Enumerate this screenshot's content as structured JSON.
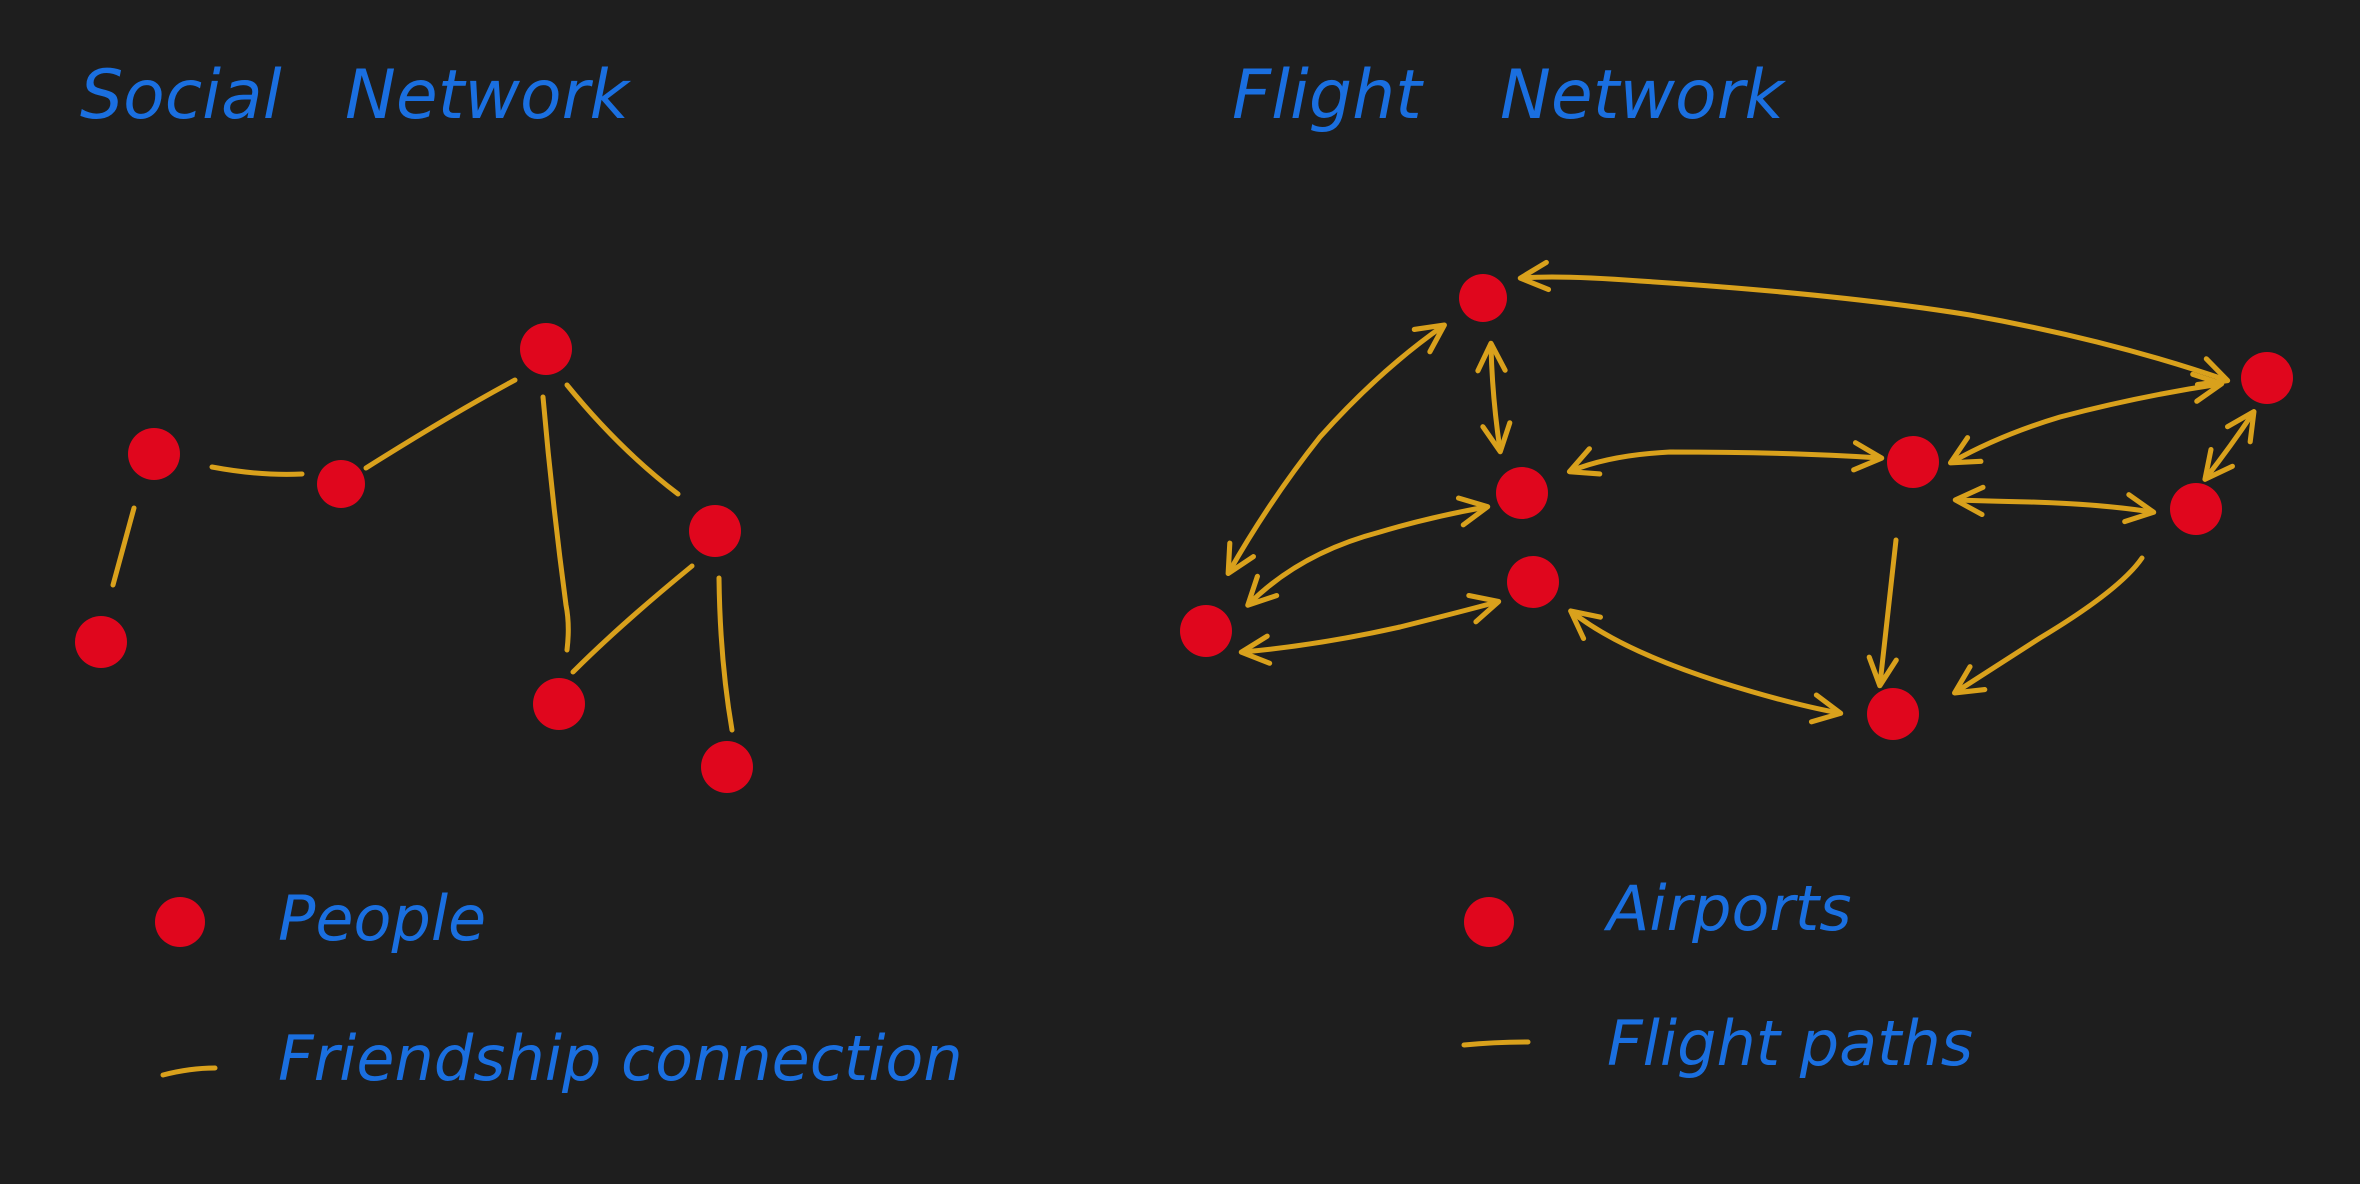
{
  "colors": {
    "background": "#1e1e1e",
    "text": "#1a6fe0",
    "node": "#e0061d",
    "edge": "#d9a11c"
  },
  "social": {
    "title_word1": "Social",
    "title_word2": "Network",
    "nodes": [
      "person-1",
      "person-2",
      "person-3",
      "person-4",
      "person-5",
      "person-6",
      "person-7"
    ],
    "edges": [
      {
        "from": "person-2",
        "to": "person-1",
        "directed": false
      },
      {
        "from": "person-2",
        "to": "person-3",
        "directed": false
      },
      {
        "from": "person-3",
        "to": "person-4",
        "directed": false
      },
      {
        "from": "person-4",
        "to": "person-5",
        "directed": false
      },
      {
        "from": "person-4",
        "to": "person-6",
        "directed": false
      },
      {
        "from": "person-5",
        "to": "person-6",
        "directed": false
      },
      {
        "from": "person-5",
        "to": "person-7",
        "directed": false
      }
    ],
    "legend": {
      "node_label": "People",
      "edge_label": "Friendship connection"
    }
  },
  "flight": {
    "title_word1": "Flight",
    "title_word2": "Network",
    "nodes": [
      "airport-1",
      "airport-2",
      "airport-3",
      "airport-4",
      "airport-5",
      "airport-6",
      "airport-7",
      "airport-8"
    ],
    "edges": [
      {
        "from": "airport-1",
        "to": "airport-2",
        "directed": "both"
      },
      {
        "from": "airport-1",
        "to": "airport-3",
        "directed": "both"
      },
      {
        "from": "airport-1",
        "to": "airport-7",
        "directed": "both"
      },
      {
        "from": "airport-2",
        "to": "airport-3",
        "directed": "both"
      },
      {
        "from": "airport-2",
        "to": "airport-4",
        "directed": "both"
      },
      {
        "from": "airport-3",
        "to": "airport-5",
        "directed": "both"
      },
      {
        "from": "airport-4",
        "to": "airport-8",
        "directed": "both"
      },
      {
        "from": "airport-5",
        "to": "airport-7",
        "directed": "both"
      },
      {
        "from": "airport-5",
        "to": "airport-6",
        "directed": "both"
      },
      {
        "from": "airport-5",
        "to": "airport-8",
        "directed": "one-way"
      },
      {
        "from": "airport-6",
        "to": "airport-7",
        "directed": "both"
      },
      {
        "from": "airport-6",
        "to": "airport-8",
        "directed": "one-way"
      }
    ],
    "legend": {
      "node_label": "Airports",
      "edge_label": "Flight paths"
    }
  }
}
